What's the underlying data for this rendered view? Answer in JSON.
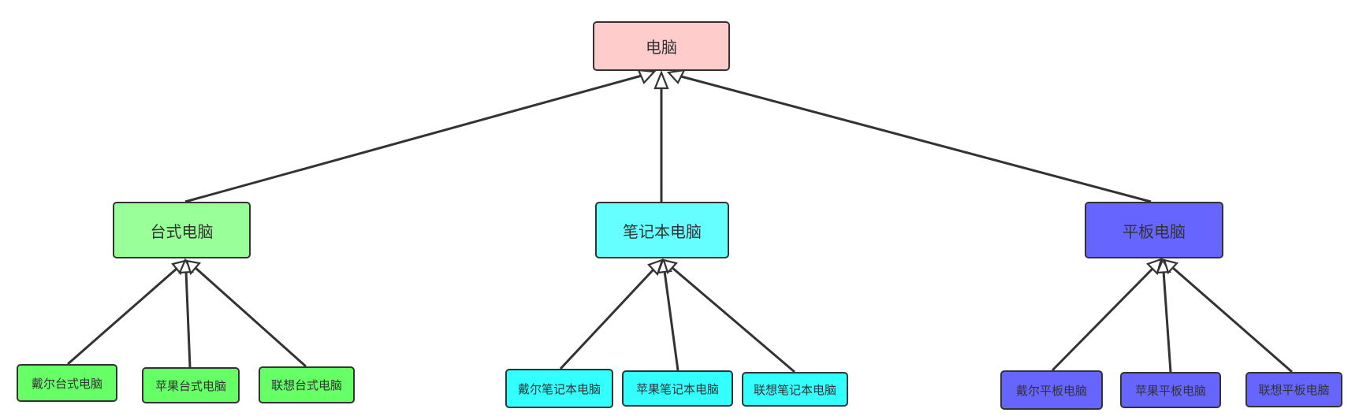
{
  "diagram": {
    "root": {
      "label": "电脑",
      "color": "#ffcccc"
    },
    "desktop": {
      "label": "台式电脑",
      "color": "#99ff99",
      "children": [
        "戴尔台式电脑",
        "苹果台式电脑",
        "联想台式电脑"
      ],
      "child_color": "#66ff66"
    },
    "laptop": {
      "label": "笔记本电脑",
      "color": "#66ffff",
      "children": [
        "戴尔笔记本电脑",
        "苹果笔记本电脑",
        "联想笔记本电脑"
      ],
      "child_color": "#33ffff"
    },
    "tablet": {
      "label": "平板电脑",
      "color": "#6666ff",
      "children": [
        "戴尔平板电脑",
        "苹果平板电脑",
        "联想平板电脑"
      ],
      "child_color": "#6666ff"
    },
    "relationship": "generalization",
    "line_color": "#333333"
  }
}
